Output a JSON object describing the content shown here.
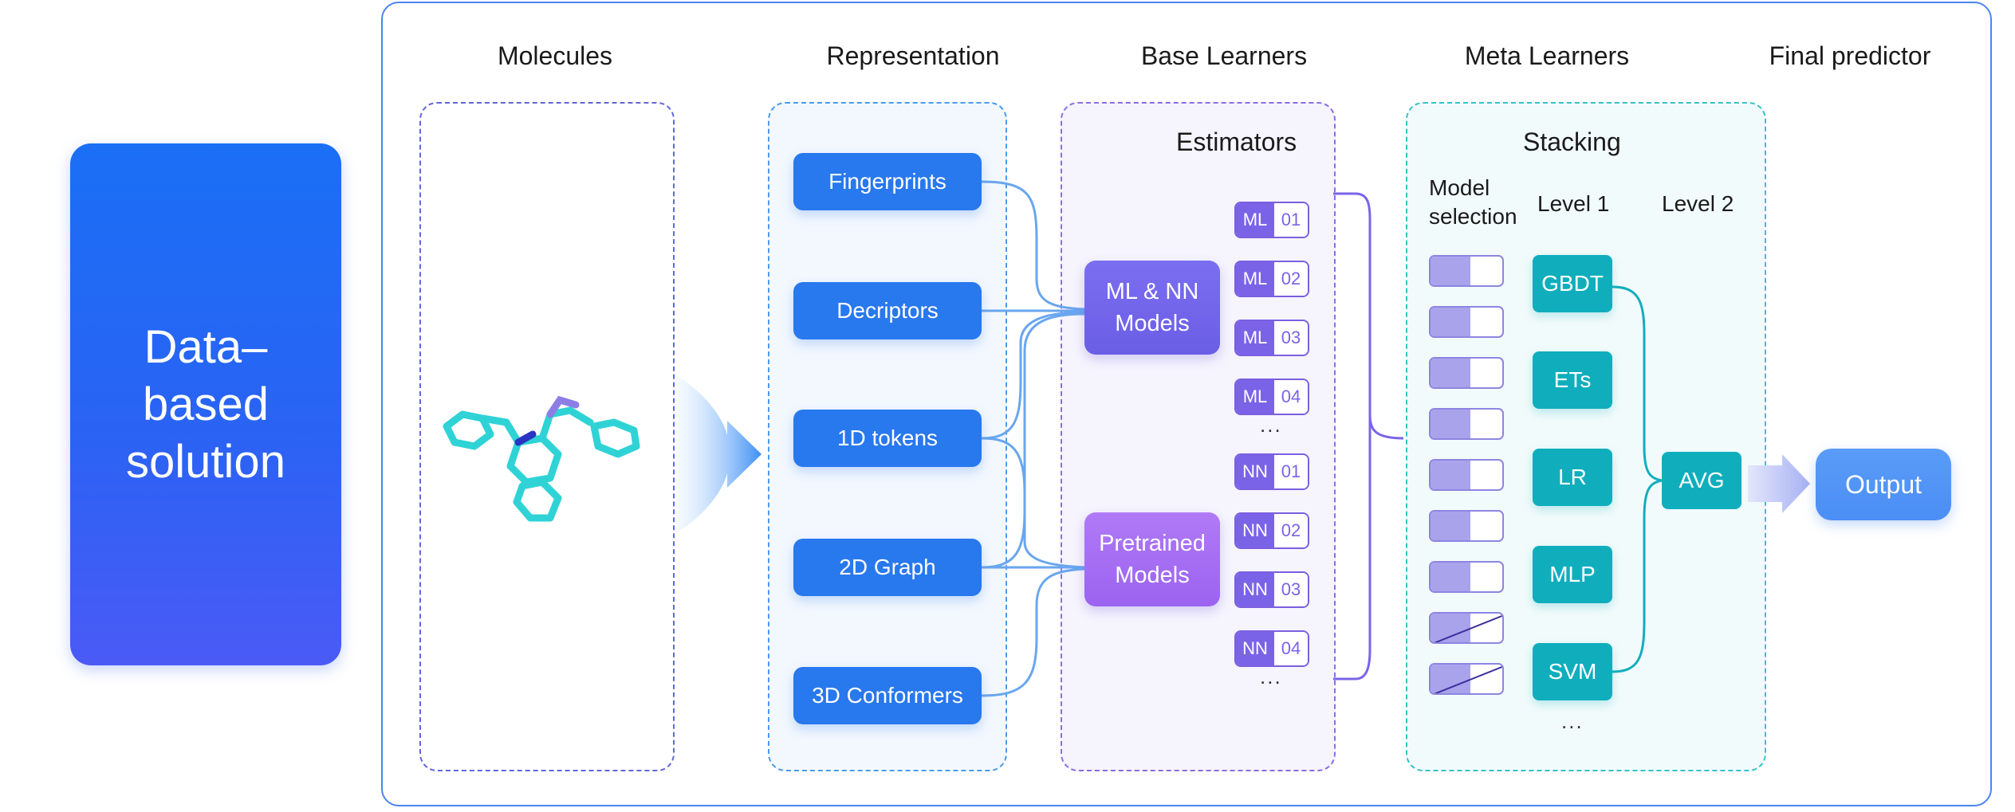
{
  "left_panel": {
    "lines": [
      "Data–",
      "based",
      "solution"
    ]
  },
  "columns": {
    "molecules": "Molecules",
    "representation": "Representation",
    "base_learners": "Base Learners",
    "meta_learners": "Meta Learners",
    "final_predictor": "Final predictor"
  },
  "representation_items": [
    "Fingerprints",
    "Decriptors",
    "1D tokens",
    "2D Graph",
    "3D Conformers"
  ],
  "base": {
    "subtitle": "Estimators",
    "ml_nn_models": [
      "ML & NN",
      "Models"
    ],
    "pretrained_models": [
      "Pretrained",
      "Models"
    ],
    "ml_estimators": [
      {
        "tag": "ML",
        "num": "01"
      },
      {
        "tag": "ML",
        "num": "02"
      },
      {
        "tag": "ML",
        "num": "03"
      },
      {
        "tag": "ML",
        "num": "04"
      }
    ],
    "nn_estimators": [
      {
        "tag": "NN",
        "num": "01"
      },
      {
        "tag": "NN",
        "num": "02"
      },
      {
        "tag": "NN",
        "num": "03"
      },
      {
        "tag": "NN",
        "num": "04"
      }
    ],
    "ellipsis": "..."
  },
  "meta": {
    "subtitle": "Stacking",
    "model_selection": [
      "Model",
      "selection"
    ],
    "level1_label": "Level 1",
    "level2_label": "Level 2",
    "level1_models": [
      "GBDT",
      "ETs",
      "LR",
      "MLP",
      "SVM"
    ],
    "level2_model": "AVG",
    "ellipsis": "...",
    "toggles": [
      "on",
      "on",
      "on",
      "on",
      "on",
      "on",
      "on",
      "off",
      "off"
    ]
  },
  "output": "Output",
  "colors": {
    "blue": "#2878ee",
    "purple": "#7b63e8",
    "teal": "#10aebd",
    "frame": "#4a86f0"
  }
}
